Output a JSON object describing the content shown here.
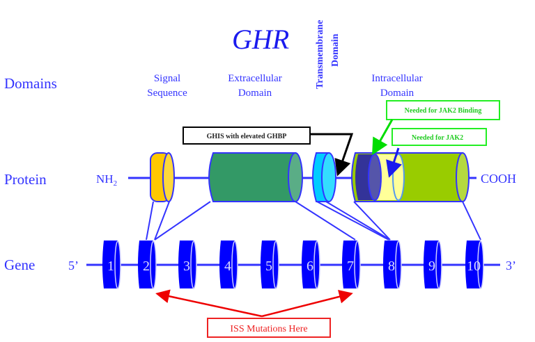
{
  "title": "GHR",
  "row_labels": {
    "domains": "Domains",
    "protein": "Protein",
    "gene": "Gene"
  },
  "domain_labels": {
    "signal_line1": "Signal",
    "signal_line2": "Sequence",
    "extra_line1": "Extracellular",
    "extra_line2": "Domain",
    "tm_line1": "Transmembrane",
    "tm_line2": "Domain",
    "intra_line1": "Intracellular",
    "intra_line2": "Domain"
  },
  "protein": {
    "n_terminus": "NH",
    "n_sub": "2",
    "c_terminus": "COOH",
    "colors": {
      "signal": "#ffc800",
      "extracellular": "#339966",
      "transmembrane": "#00ccff",
      "jak2_binding": "#333399",
      "jak2": "#ffff99",
      "intracellular": "#99cc00"
    }
  },
  "gene": {
    "five_prime": "5’",
    "three_prime": "3’",
    "exons": [
      "1",
      "2",
      "3",
      "4",
      "5",
      "6",
      "7",
      "8",
      "9",
      "10"
    ],
    "exon_color": "#0000ff"
  },
  "callouts": {
    "ghis": "GHIS with elevated GHBP",
    "jak2_binding": "Needed for JAK2 Binding",
    "jak2": "Needed for JAK2",
    "iss": "ISS Mutations Here"
  }
}
